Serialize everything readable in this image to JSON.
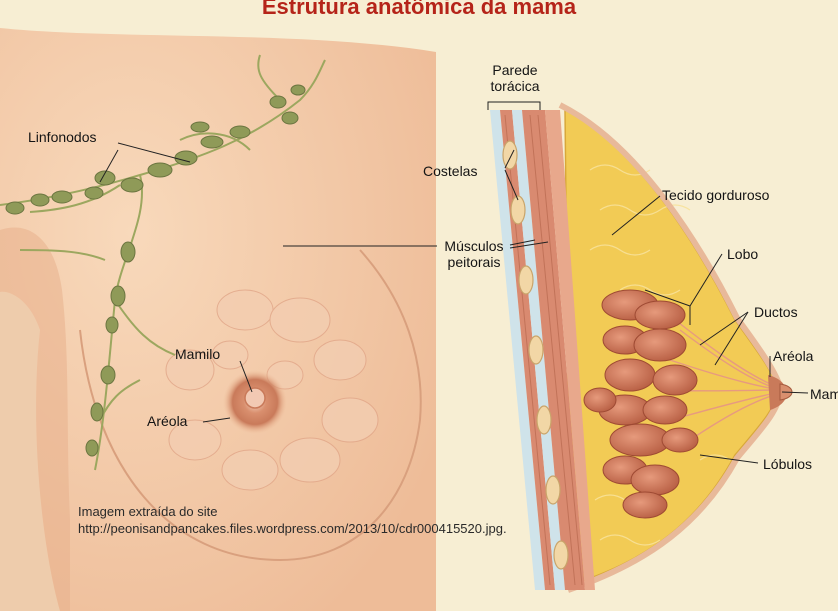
{
  "title": "Estrutura anatômica da mama",
  "labels": {
    "linfonodos": "Linfonodos",
    "parede_toracica": [
      "Parede",
      "torácica"
    ],
    "costelas": "Costelas",
    "tecido_gorduroso": "Tecido gorduroso",
    "musculos_peitorais": [
      "Músculos",
      "peitorais"
    ],
    "lobo": "Lobo",
    "ductos": "Ductos",
    "areola_left": "Aréola",
    "mamilo_left": "Mamilo",
    "areola_right": "Aréola",
    "mamilo_right": "Mamilo",
    "lobulos": "Lóbulos"
  },
  "credit": "Imagem extraída do site http://peonisandpancakes.files.wordpress.com/2013/10/cdr000415520.jpg.",
  "colors": {
    "title": "#b52419",
    "background": "#f7eed3",
    "skin": "#f4cfae",
    "fat": "#f2cb55",
    "muscle": "#d98a70",
    "lymph": "#8f9a58",
    "lobule": "#c8694c",
    "areola": "#c97a5a"
  }
}
